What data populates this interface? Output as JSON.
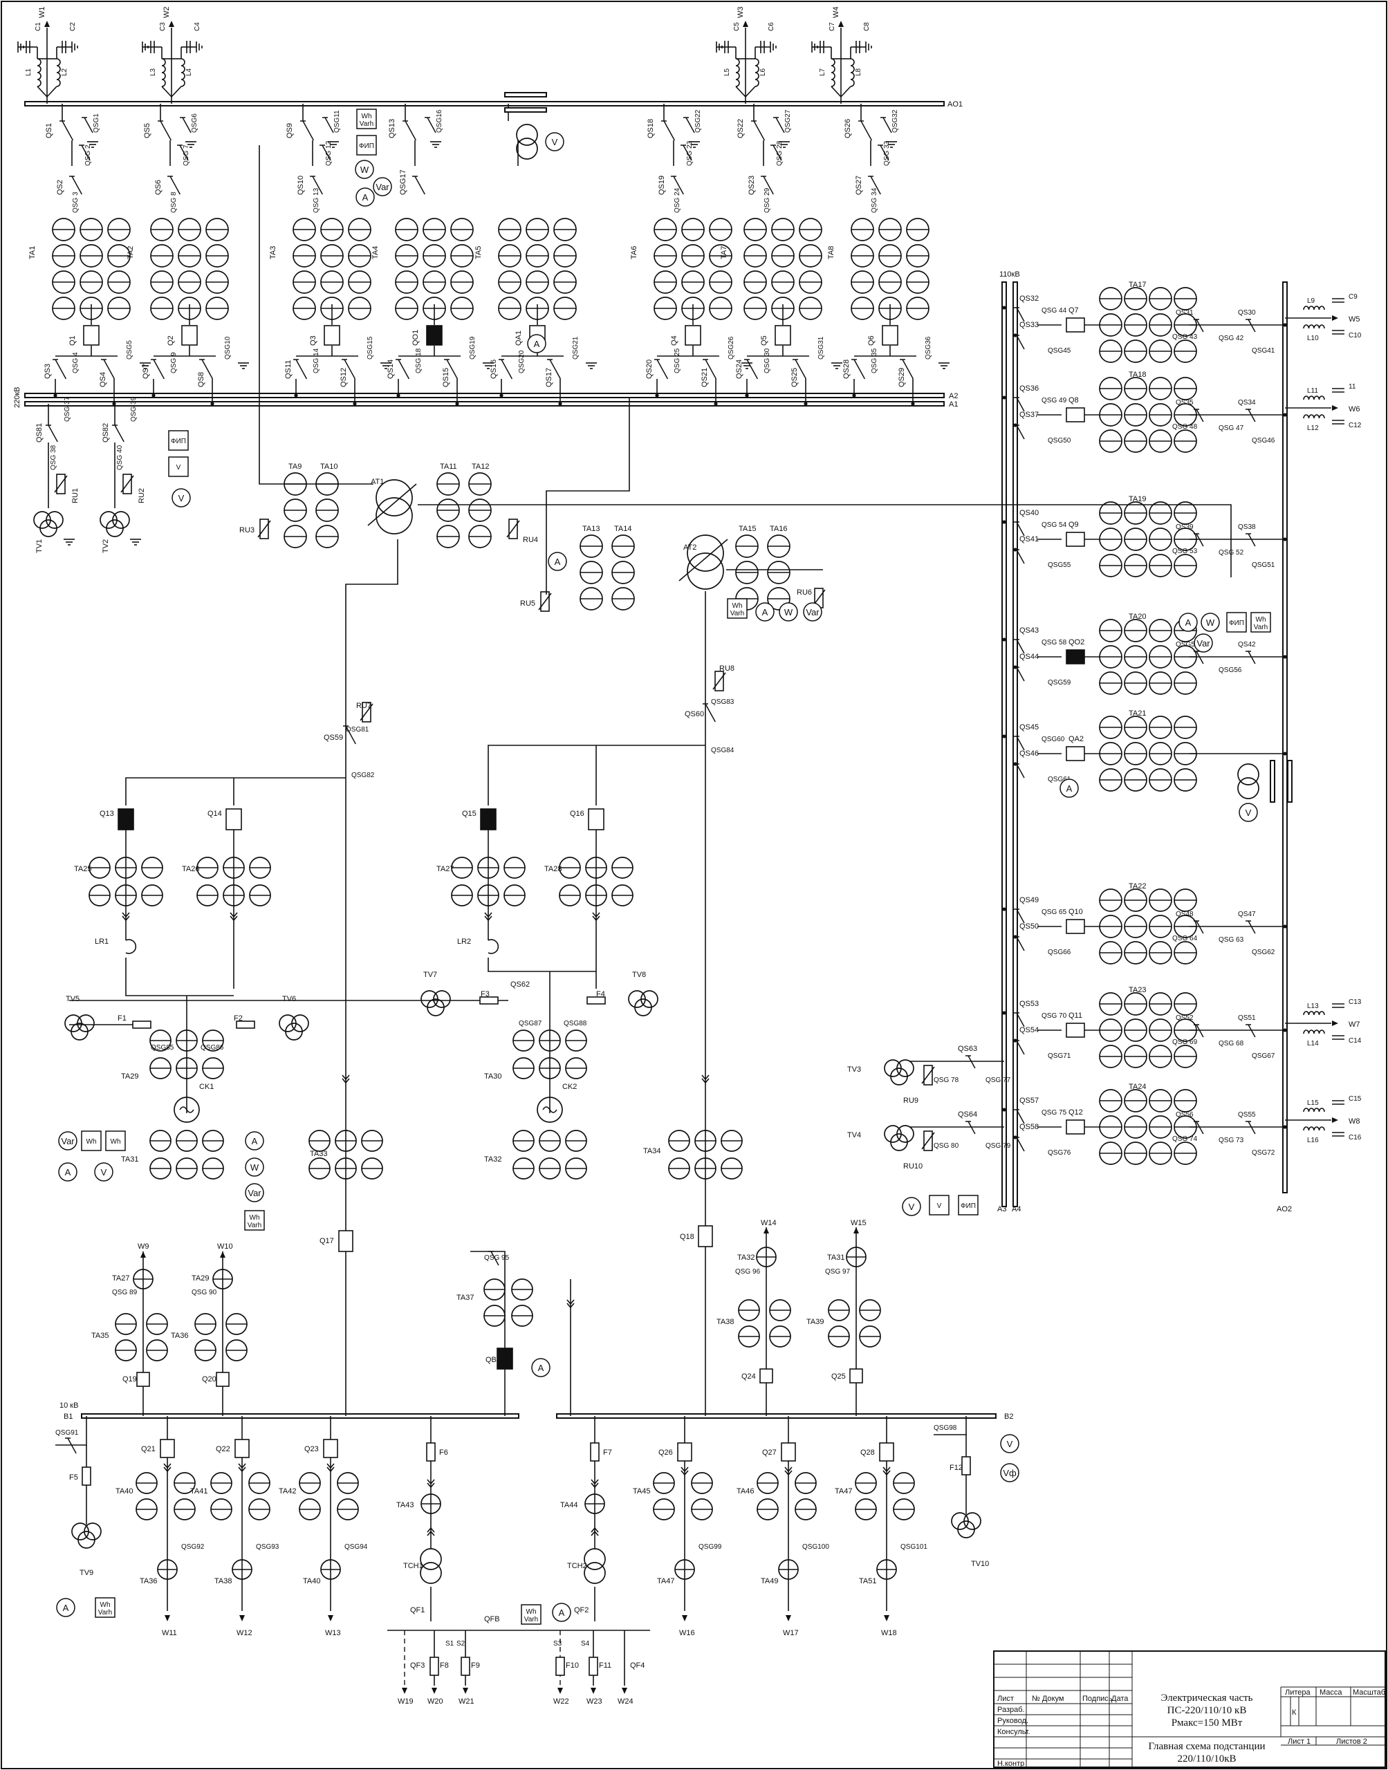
{
  "buses": [
    {
      "id": "AO1",
      "label": "AO1"
    },
    {
      "id": "A2",
      "label": "A2"
    },
    {
      "id": "A1",
      "label": "A1"
    },
    {
      "id": "B1",
      "label": "B1"
    },
    {
      "id": "B2",
      "label": "B2"
    },
    {
      "id": "A3",
      "label": "A3"
    },
    {
      "id": "A4",
      "label": "A4"
    },
    {
      "id": "AO2",
      "label": "AO2"
    }
  ],
  "voltage_labels": {
    "kv220": "220кВ",
    "kv110": "110кВ",
    "kv10": "10 кВ"
  },
  "top_lines": [
    {
      "w": "W1",
      "c1": "C1",
      "c2": "C2",
      "l1": "L1",
      "l2": "L2"
    },
    {
      "w": "W2",
      "c1": "C3",
      "c2": "C4",
      "l1": "L3",
      "l2": "L4"
    },
    {
      "w": "W3",
      "c1": "C5",
      "c2": "C6",
      "l1": "L5",
      "l2": "L6"
    },
    {
      "w": "W4",
      "c1": "C7",
      "c2": "C8",
      "l1": "L7",
      "l2": "L8"
    }
  ],
  "bays_220": [
    {
      "qs_top": "QS1",
      "qsg_top": "QSG1",
      "qsg2": "QSG 2",
      "qs_mid": "QS2",
      "qsg_mid": "QSG 3",
      "ta": "TA1",
      "q": "Q1",
      "qs_a": "QS3",
      "qsg_a": "QSG 4",
      "qs_b": "QS4",
      "qsg_b": "QSG5"
    },
    {
      "qs_top": "QS5",
      "qsg_top": "QSG6",
      "qsg2": "QSG 7",
      "qs_mid": "QS6",
      "qsg_mid": "QSG 8",
      "ta": "TA2",
      "q": "Q2",
      "qs_a": "QS7",
      "qsg_a": "QSG 9",
      "qs_b": "QS8",
      "qsg_b": "QSG10"
    },
    {
      "qs_top": "QS9",
      "qsg_top": "QSG11",
      "qsg2": "QSG 12",
      "qs_mid": "QS10",
      "qsg_mid": "QSG 13",
      "ta": "TA3",
      "q": "Q3",
      "qs_a": "QS11",
      "qsg_a": "QSG 14",
      "qs_b": "QS12",
      "qsg_b": "QSG15"
    },
    {
      "qs_top": "QS13",
      "qsg_top": "QSG16",
      "qsg2": "",
      "qs_mid": "QSG17",
      "qsg_mid": "",
      "ta": "TA4",
      "q": "QO1",
      "qs_a": "QS14",
      "qsg_a": "QSG 18",
      "qs_b": "QS15",
      "qsg_b": "QSG19"
    },
    {
      "qs_top": "",
      "qsg_top": "",
      "qsg2": "",
      "qs_mid": "",
      "qsg_mid": "",
      "ta": "TA5",
      "q": "QA1",
      "qs_a": "QS16",
      "qsg_a": "QSG20",
      "qs_b": "QS17",
      "qsg_b": "QSG21"
    },
    {
      "qs_top": "QS18",
      "qsg_top": "QSG22",
      "qsg2": "QSG 23",
      "qs_mid": "QS19",
      "qsg_mid": "QSG 24",
      "ta": "TA6",
      "q": "Q4",
      "qs_a": "QS20",
      "qsg_a": "QSG 25",
      "qs_b": "QS21",
      "qsg_b": "QSG26"
    },
    {
      "qs_top": "QS22",
      "qsg_top": "QSG27",
      "qsg2": "QSG 28",
      "qs_mid": "QS23",
      "qsg_mid": "QSG 29",
      "ta": "TA7",
      "q": "Q5",
      "qs_a": "QS24",
      "qsg_a": "QSG 30",
      "qs_b": "QS25",
      "qsg_b": "QSG31"
    },
    {
      "qs_top": "QS26",
      "qsg_top": "QSG32",
      "qsg2": "QSG 33",
      "qs_mid": "QS27",
      "qsg_mid": "QSG 34",
      "ta": "TA8",
      "q": "Q6",
      "qs_a": "QS28",
      "qsg_a": "QSG 35",
      "qs_b": "QS29",
      "qsg_b": "QSG36"
    }
  ],
  "tv220": [
    {
      "qs": "QS81",
      "qsg1": "QSG 37",
      "qsg2": "QSG 38",
      "ru": "RU1",
      "tv": "TV1"
    },
    {
      "qs": "QS82",
      "qsg1": "QSG 39",
      "qsg2": "QSG 40",
      "ru": "RU2",
      "tv": "TV2"
    }
  ],
  "meters": {
    "A": "A",
    "V": "V",
    "W": "W",
    "Var": "Var",
    "Wh": "Wh",
    "Varh": "Varh",
    "FIP": "ФИП",
    "Vf": "Vф"
  },
  "transformers": {
    "AT1": "AT1",
    "AT2": "AT2",
    "RU3": "RU3",
    "RU4": "RU4",
    "RU5": "RU5",
    "RU6": "RU6",
    "RU7": "RU7",
    "RU8": "RU8",
    "TA9": "TA9",
    "TA10": "TA10",
    "TA11": "TA11",
    "TA12": "TA12",
    "TA13": "TA13",
    "TA14": "TA14",
    "TA15": "TA15",
    "TA16": "TA16",
    "QS59": "QS59",
    "QSG81": "QSG81",
    "QSG82": "QSG82",
    "QS60": "QS60",
    "QSG83": "QSG83",
    "QSG84": "QSG84"
  },
  "gen_blocks": [
    {
      "q1": "Q13",
      "q2": "Q14",
      "ta1": "TA25",
      "ta2": "TA26",
      "lr": "LR1",
      "tv1": "TV5",
      "tv2": "TV6",
      "f1": "F1",
      "f2": "F2",
      "qsg1": "QSG85",
      "qsg2": "QSG86",
      "ta_g": "TA29",
      "gen": "CK1",
      "ta_n": "TA31"
    },
    {
      "q1": "Q15",
      "q2": "Q16",
      "ta1": "TA27",
      "ta2": "TA28",
      "lr": "LR2",
      "tv1": "TV7",
      "tv2": "TV8",
      "f1": "F3",
      "f2": "F4",
      "qsg1": "QSG87",
      "qsg2": "QSG88",
      "ta_g": "TA30",
      "gen": "CK2",
      "ta_n": "TA32",
      "qs": "QS62"
    }
  ],
  "lv_feeders": {
    "TA33": "TA33",
    "TA34": "TA34",
    "Q17": "Q17",
    "Q18": "Q18",
    "QSG95": "QSG 95",
    "TA37": "TA37",
    "QB": "QB",
    "W9": "W9",
    "W10": "W10",
    "TA27b": "TA27",
    "TA29b": "TA29",
    "QSG89": "QSG 89",
    "QSG90": "QSG 90",
    "TA35": "TA35",
    "TA36": "TA36",
    "Q19": "Q19",
    "Q20": "Q20",
    "W14": "W14",
    "W15": "W15",
    "TA32b": "TA32",
    "TA31b": "TA31",
    "QSG96": "QSG 96",
    "QSG97": "QSG 97",
    "TA38": "TA38",
    "TA39": "TA39",
    "Q24": "Q24",
    "Q25": "Q25"
  },
  "bottom_left": [
    {
      "q": "Q21",
      "ta": "TA40",
      "qsg": "QSG92",
      "tb": "TA36",
      "w": "W11"
    },
    {
      "q": "Q22",
      "ta": "TA41",
      "qsg": "QSG93",
      "tb": "TA38",
      "w": "W12"
    },
    {
      "q": "Q23",
      "ta": "TA42",
      "qsg": "QSG94",
      "tb": "TA40",
      "w": "W13"
    }
  ],
  "bottom_right": [
    {
      "q": "Q26",
      "ta": "TA45",
      "qsg": "QSG99",
      "tb": "TA47",
      "w": "W16"
    },
    {
      "q": "Q27",
      "ta": "TA46",
      "qsg": "QSG100",
      "tb": "TA49",
      "w": "W17"
    },
    {
      "q": "Q28",
      "ta": "TA47",
      "qsg": "QSG101",
      "tb": "TA51",
      "w": "W18"
    }
  ],
  "aux": {
    "QSG91": "QSG91",
    "F5": "F5",
    "TV9": "TV9",
    "F6": "F6",
    "F7": "F7",
    "TA43": "TA43",
    "TA44": "TA44",
    "TCH1": "TCH1",
    "TCH2": "TCH2",
    "QF1": "QF1",
    "QF2": "QF2",
    "QFB": "QFB",
    "QF3": "QF3",
    "QF4": "QF4",
    "S1": "S1",
    "S2": "S2",
    "S3": "S3",
    "S4": "S4",
    "F8": "F8",
    "F9": "F9",
    "F10": "F10",
    "F11": "F11",
    "W19": "W19",
    "W20": "W20",
    "W21": "W21",
    "W22": "W22",
    "W23": "W23",
    "W24": "W24",
    "QSG98": "QSG98",
    "F12": "F12",
    "TV10": "TV10"
  },
  "bays_110": [
    {
      "qs1": "QS32",
      "qsg1": "QSG 44",
      "qs2": "QS33",
      "qsg2": "QSG45",
      "q": "Q7",
      "ta": "TA17",
      "qs3": "QS31",
      "qsg3": "QSG 43",
      "qsg4": "QSG 42",
      "qs4": "QS30",
      "qsg5": "QSG41",
      "w": "W5",
      "l1": "L9",
      "l2": "L10",
      "c1": "C9",
      "c2": "C10"
    },
    {
      "qs1": "QS36",
      "qsg1": "QSG 49",
      "qs2": "QS37",
      "qsg2": "QSG50",
      "q": "Q8",
      "ta": "TA18",
      "qs3": "QS35",
      "qsg3": "QSG 48",
      "qsg4": "QSG 47",
      "qs4": "QS34",
      "qsg5": "QSG46",
      "w": "W6",
      "l1": "L11",
      "l2": "L12",
      "c1": "11",
      "c2": "C12"
    },
    {
      "qs1": "QS40",
      "qsg1": "QSG 54",
      "qs2": "QS41",
      "qsg2": "QSG55",
      "q": "Q9",
      "ta": "TA19",
      "qs3": "QS39",
      "qsg3": "QSG 53",
      "qsg4": "QSG 52",
      "qs4": "QS38",
      "qsg5": "QSG51",
      "w": "",
      "l1": "",
      "l2": "",
      "c1": "",
      "c2": ""
    },
    {
      "qs1": "QS43",
      "qsg1": "QSG 58",
      "qs2": "QS44",
      "qsg2": "QSG59",
      "q": "QO2",
      "ta": "TA20",
      "qs3": "QSG57",
      "qsg3": "",
      "qsg4": "QSG56",
      "qs4": "QS42",
      "qsg5": "",
      "w": "",
      "l1": "",
      "l2": "",
      "c1": "",
      "c2": ""
    },
    {
      "qs1": "QS45",
      "qsg1": "QSG60",
      "qs2": "QS46",
      "qsg2": "QSG61",
      "q": "QA2",
      "ta": "TA21",
      "qs3": "",
      "qsg3": "",
      "qsg4": "",
      "qs4": "",
      "qsg5": "",
      "w": "",
      "l1": "",
      "l2": "",
      "c1": "",
      "c2": ""
    },
    {
      "qs1": "QS49",
      "qsg1": "QSG 65",
      "qs2": "QS50",
      "qsg2": "QSG66",
      "q": "Q10",
      "ta": "TA22",
      "qs3": "QS48",
      "qsg3": "QSG 64",
      "qsg4": "QSG 63",
      "qs4": "QS47",
      "qsg5": "QSG62",
      "w": "",
      "l1": "",
      "l2": "",
      "c1": "",
      "c2": ""
    },
    {
      "qs1": "QS53",
      "qsg1": "QSG 70",
      "qs2": "QS54",
      "qsg2": "QSG71",
      "q": "Q11",
      "ta": "TA23",
      "qs3": "QS52",
      "qsg3": "QSG 69",
      "qsg4": "QSG 68",
      "qs4": "QS51",
      "qsg5": "QSG67",
      "w": "W7",
      "l1": "L13",
      "l2": "L14",
      "c1": "C13",
      "c2": "C14"
    },
    {
      "qs1": "QS57",
      "qsg1": "QSG 75",
      "qs2": "QS58",
      "qsg2": "QSG76",
      "q": "Q12",
      "ta": "TA24",
      "qs3": "QS56",
      "qsg3": "QSG 74",
      "qsg4": "QSG 73",
      "qs4": "QS55",
      "qsg5": "QSG72",
      "w": "W8",
      "l1": "L15",
      "l2": "L16",
      "c1": "C15",
      "c2": "C16"
    }
  ],
  "tv110": [
    {
      "tv": "TV3",
      "ru": "RU9",
      "qs": "QS63",
      "qsg1": "QSG 78",
      "qsg2": "QSG 77"
    },
    {
      "tv": "TV4",
      "ru": "RU10",
      "qs": "QS64",
      "qsg1": "QSG 80",
      "qsg2": "QSG 79"
    }
  ],
  "title_block": {
    "rows": [
      "Лист",
      "Разраб.",
      "Руковод.",
      "Консульт.",
      "",
      "",
      "Н.контр"
    ],
    "col_dokum": "№ Докум",
    "col_podpis": "Подпись",
    "col_data": "Дата",
    "proj_line1": "Электрическая часть",
    "proj_line2": "ПС-220/110/10 кВ",
    "proj_line3": "Рмакс=150 МВт",
    "drawing_line1": "Главная схема подстанции",
    "drawing_line2": "220/110/10кВ",
    "litera": "Литера",
    "massa": "Масса",
    "masshtab": "Масштаб",
    "lit_value": "К",
    "sheet": "Лист 1",
    "sheets": "Листов 2"
  }
}
